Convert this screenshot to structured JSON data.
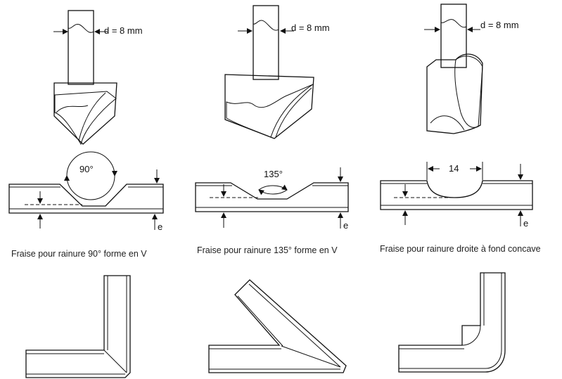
{
  "tools": [
    {
      "diameter_label": "d = 8 mm",
      "angle_label": "90°",
      "thickness_label": "e",
      "caption": "Fraise pour rainure 90° forme en V"
    },
    {
      "diameter_label": "d = 8 mm",
      "angle_label": "135°",
      "thickness_label": "e",
      "caption": "Fraise pour rainure 135° forme en V"
    },
    {
      "diameter_label": "d = 8 mm",
      "width_label": "14",
      "thickness_label": "e",
      "caption": "Fraise pour rainure droite à fond concave"
    }
  ],
  "colors": {
    "stroke": "#111111",
    "metal_dark": "#6a6a6a",
    "metal_light": "#f2f2f2",
    "shank_grain": "#bdbdbd"
  }
}
